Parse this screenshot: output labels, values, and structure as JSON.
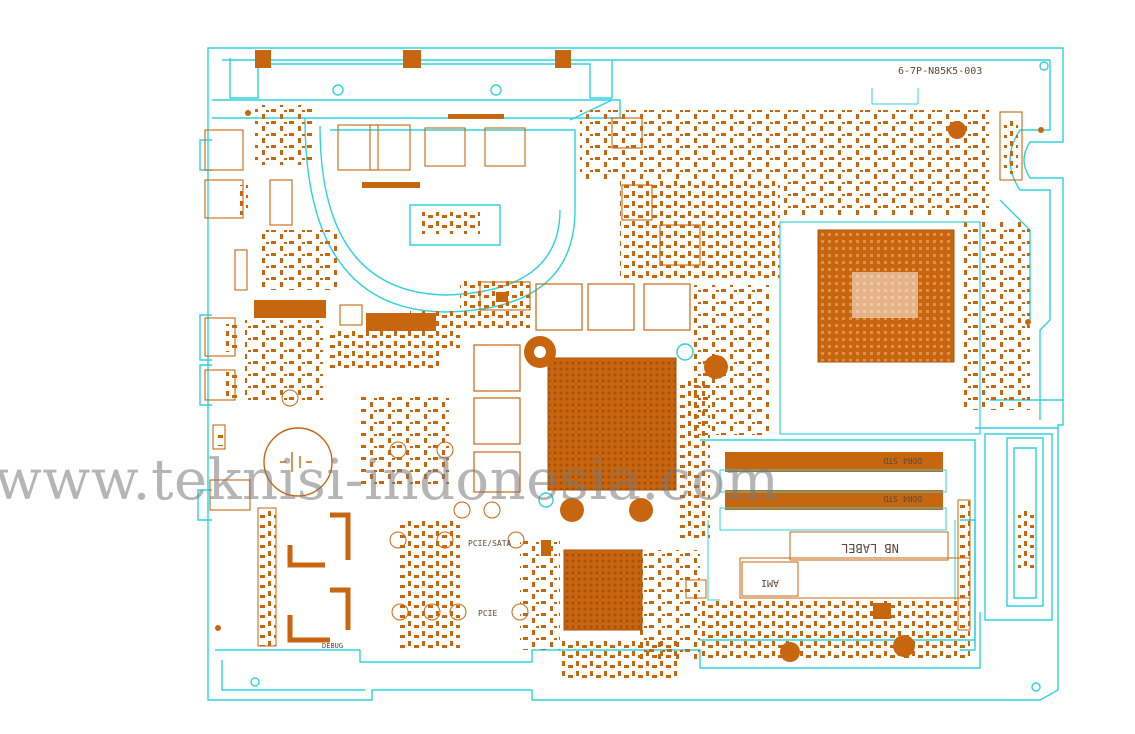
{
  "board": {
    "part_number": "6-7P-N85K5-003",
    "labels": {
      "ddr_top": "DDR4 STD",
      "ddr_bottom": "DDR4 STD",
      "nb_label": "NB LABEL",
      "ami": "AMI",
      "pcie_sata": "PCIE/SATA",
      "pcie": "PCIE",
      "debug": "DEBUG"
    }
  },
  "watermark": "www.teknisi-indonesia.com",
  "colors": {
    "outline": "#2fd3dc",
    "copper": "#c8660f",
    "copper_dark": "#a9530a"
  }
}
